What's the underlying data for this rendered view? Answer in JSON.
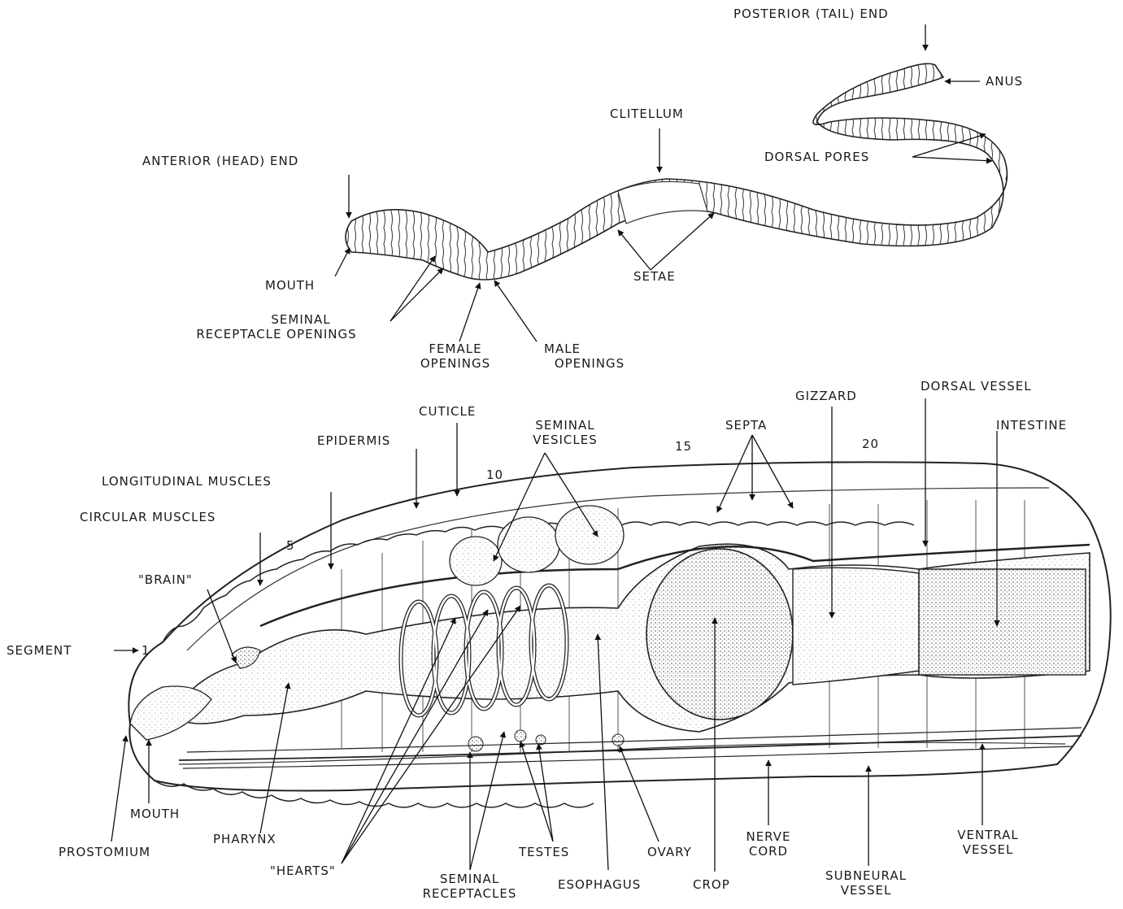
{
  "external_view": {
    "posterior_end": "POSTERIOR (TAIL) END",
    "anus": "ANUS",
    "clitellum": "CLITELLUM",
    "dorsal_pores": "DORSAL PORES",
    "anterior_end": "ANTERIOR (HEAD) END",
    "mouth": "MOUTH",
    "setae": "SETAE",
    "seminal_receptacle_openings_1": "SEMINAL",
    "seminal_receptacle_openings_2": "RECEPTACLE OPENINGS",
    "female_openings_1": "FEMALE",
    "female_openings_2": "OPENINGS",
    "male_openings_1": "MALE",
    "male_openings_2": "OPENINGS"
  },
  "internal_view": {
    "gizzard": "GIZZARD",
    "dorsal_vessel": "DORSAL VESSEL",
    "cuticle": "CUTICLE",
    "seminal_vesicles_1": "SEMINAL",
    "seminal_vesicles_2": "VESICLES",
    "septa": "SEPTA",
    "intestine": "INTESTINE",
    "epidermis": "EPIDERMIS",
    "segment_15": "15",
    "segment_20": "20",
    "segment_10": "10",
    "longitudinal_muscles": "LONGITUDINAL MUSCLES",
    "circular_muscles": "CIRCULAR MUSCLES",
    "segment_5": "5",
    "brain": "\"BRAIN\"",
    "segment_label": "SEGMENT",
    "segment_1": "1",
    "mouth": "MOUTH",
    "prostomium": "PROSTOMIUM",
    "pharynx": "PHARYNX",
    "hearts": "\"HEARTS\"",
    "seminal_receptacles_1": "SEMINAL",
    "seminal_receptacles_2": "RECEPTACLES",
    "testes": "TESTES",
    "esophagus": "ESOPHAGUS",
    "ovary": "OVARY",
    "crop": "CROP",
    "nerve_cord_1": "NERVE",
    "nerve_cord_2": "CORD",
    "subneural_vessel_1": "SUBNEURAL",
    "subneural_vessel_2": "VESSEL",
    "ventral_vessel_1": "VENTRAL",
    "ventral_vessel_2": "VESSEL"
  }
}
